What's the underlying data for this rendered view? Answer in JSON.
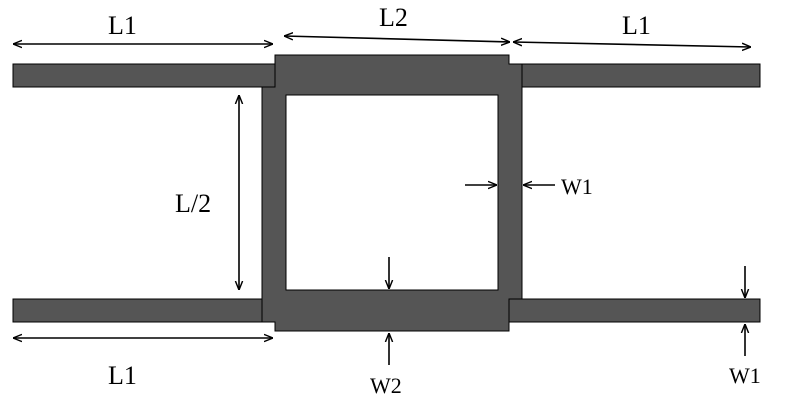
{
  "colors": {
    "trace": "#555555",
    "trace_edge": "#000000",
    "dimension": "#000000",
    "background": "#ffffff"
  },
  "labels": {
    "top_left_length": "L1",
    "top_center_length": "L2",
    "top_right_length": "L1",
    "half_length": "L/2",
    "inner_width": "W1",
    "bottom_left_length": "L1",
    "bottom_center_width": "W2",
    "bottom_right_width": "W1"
  }
}
